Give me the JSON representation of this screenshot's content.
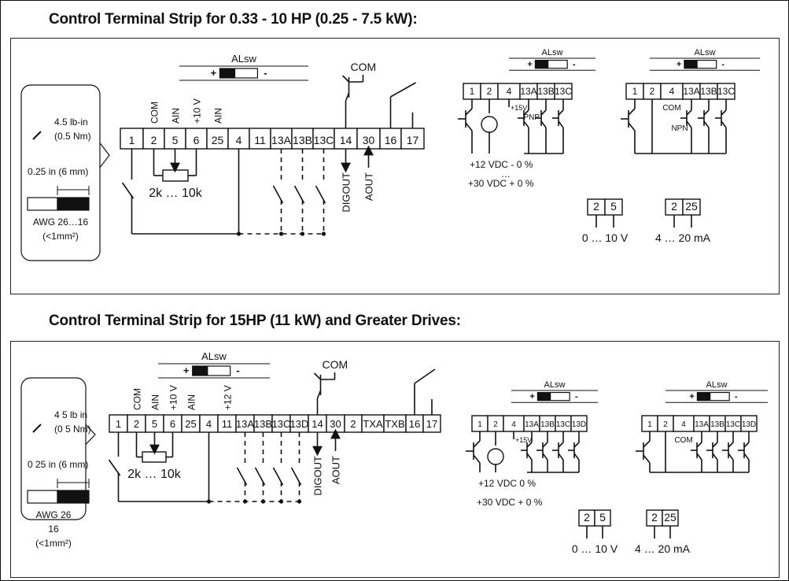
{
  "titles": {
    "top": "Control Terminal Strip for 0.33 - 10 HP (0.25 - 7.5 kW):",
    "bottom": "Control Terminal Strip for 15HP (11 kW) and Greater Drives:"
  },
  "top": {
    "torque": [
      "4.5 lb-in",
      "(0.5 Nm)"
    ],
    "strip": [
      "0.25 in (6 mm)",
      "AWG 26…16",
      "(<1mm²)"
    ],
    "alsw": "ALsw",
    "plus": "+",
    "minus": "-",
    "com_transistor": "COM",
    "upper_labels": [
      "COM",
      "AIN",
      "+10 V",
      "AIN"
    ],
    "terminals": [
      "1",
      "2",
      "5",
      "6",
      "25",
      "4",
      "11",
      "13A",
      "13B",
      "13C",
      "14",
      "30",
      "16",
      "17"
    ],
    "pot": "2k … 10k",
    "outputs": [
      "DIGOUT",
      "AOUT"
    ],
    "pnp": {
      "alsw": "ALsw",
      "terminals": [
        "1",
        "2",
        "4",
        "13A",
        "13B",
        "13C"
      ],
      "v15": "+15V",
      "label": "PNP",
      "supply1": "+12 VDC - 0 %",
      "dots": "…",
      "supply2": "+30 VDC + 0 %"
    },
    "npn": {
      "alsw": "ALsw",
      "terminals": [
        "1",
        "2",
        "4",
        "13A",
        "13B",
        "13C"
      ],
      "com": "COM",
      "label": "NPN"
    },
    "range_v": {
      "terminals": [
        "2",
        "5"
      ],
      "label": "0 … 10 V"
    },
    "range_ma": {
      "terminals": [
        "2",
        "25"
      ],
      "label": "4 … 20 mA"
    }
  },
  "bottom": {
    "torque": [
      "4 5 lb in",
      "(0 5 Nm)"
    ],
    "strip": [
      "0 25 in (6 mm)",
      "AWG 26",
      "16",
      "(<1mm²)"
    ],
    "alsw": "ALsw",
    "plus": "+",
    "minus": "-",
    "com_transistor": "COM",
    "upper_labels": [
      "COM",
      "AIN",
      "+10 V",
      "AIN",
      "+12 V"
    ],
    "terminals": [
      "1",
      "2",
      "5",
      "6",
      "25",
      "4",
      "11",
      "13A",
      "13B",
      "13C",
      "13D",
      "14",
      "30",
      "2",
      "TXA",
      "TXB",
      "16",
      "17"
    ],
    "pot": "2k … 10k",
    "outputs": [
      "DIGOUT",
      "AOUT"
    ],
    "pnp": {
      "alsw": "ALsw",
      "terminals": [
        "1",
        "2",
        "4",
        "13A",
        "13B",
        "13C",
        "13D"
      ],
      "v15": "+15V",
      "supply1": "+12 VDC   0 %",
      "supply2": "+30 VDC + 0 %"
    },
    "npn": {
      "alsw": "ALsw",
      "terminals": [
        "1",
        "2",
        "4",
        "13A",
        "13B",
        "13C",
        "13D"
      ],
      "com": "COM"
    },
    "range_v": {
      "terminals": [
        "2",
        "5"
      ],
      "label": "0 … 10 V"
    },
    "range_ma": {
      "terminals": [
        "2",
        "25"
      ],
      "label": "4 … 20 mA"
    }
  }
}
